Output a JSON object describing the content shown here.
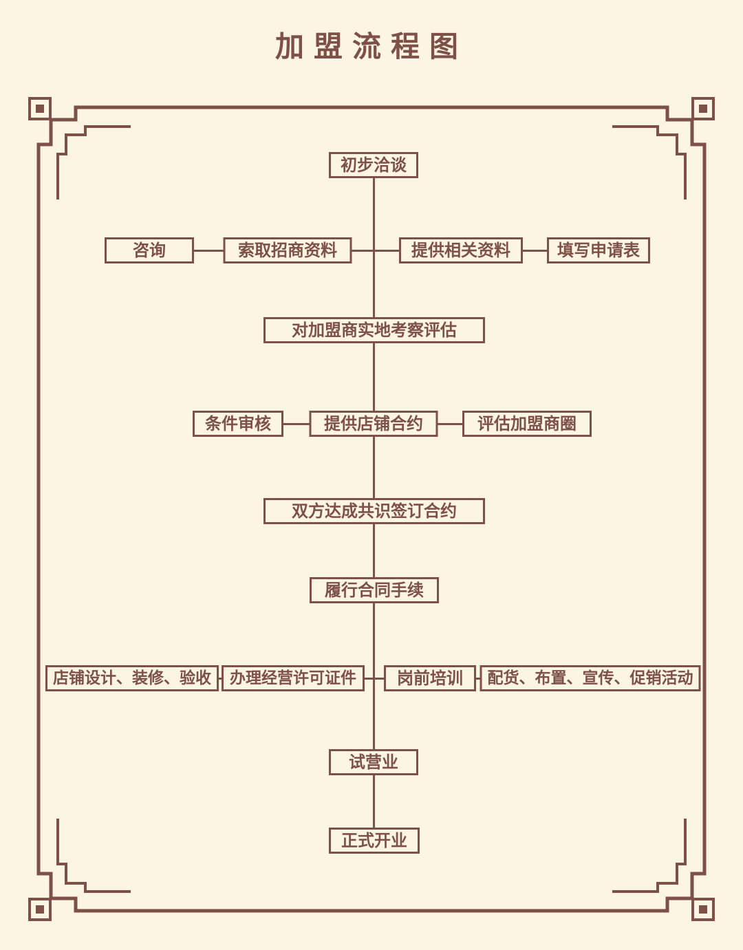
{
  "title": "加盟流程图",
  "colors": {
    "ink": "#7d5148",
    "background": "#fdf5e4"
  },
  "flow": {
    "step1": "初步洽谈",
    "row1": {
      "items": [
        "咨询",
        "索取招商资料",
        "提供相关资料",
        "填写申请表"
      ]
    },
    "step2": "对加盟商实地考察评估",
    "row2": {
      "items": [
        "条件审核",
        "提供店铺合约",
        "评估加盟商圈"
      ]
    },
    "step3": "双方达成共识签订合约",
    "step4": "履行合同手续",
    "row3": {
      "items": [
        "店铺设计、装修、验收",
        "办理经营许可证件",
        "岗前培训",
        "配货、布置、宣传、促销活动"
      ]
    },
    "step5": "试营业",
    "step6": "正式开业"
  }
}
